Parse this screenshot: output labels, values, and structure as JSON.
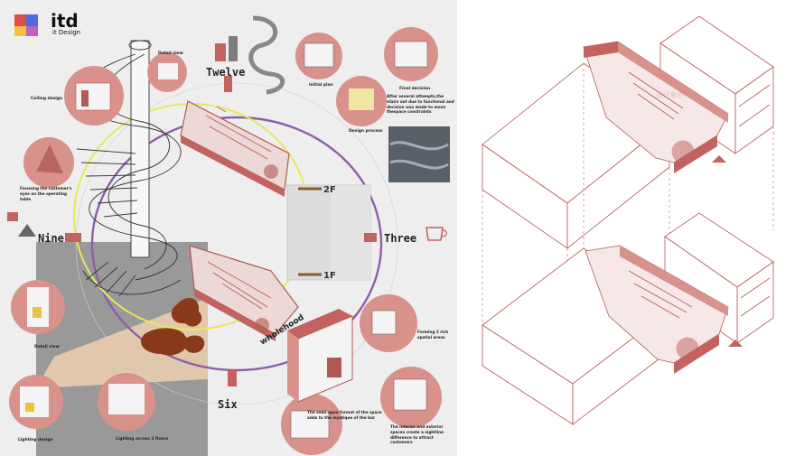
{
  "brand": {
    "logo_text": "itd",
    "name": "it Design",
    "color": "#c4625f"
  },
  "colors": {
    "accent": "#c4625f",
    "accent_light": "#d9918c",
    "ring_purple": "#8e5ea8",
    "ring_yellow": "#e8e85a",
    "panel_grey": "#8f8f8f"
  },
  "clock": {
    "twelve": "Twelve",
    "three": "Three",
    "six": "Six",
    "nine": "Nine"
  },
  "floors": {
    "upper": "2F",
    "lower": "1F"
  },
  "annotations": {
    "detail_view_top": "Detail view",
    "ceiling_design": "Ceiling design",
    "initial_plan": "Initial plan",
    "final_decision": "Final decision",
    "after_several_attempts": "After several attempts,the stairs out due to functional and decision was made to move thespace constraints",
    "design_process": "Design process",
    "focusing_eyes": "Focusing the customer's eyes on the operating table",
    "forming_spaces": "Forming 2 rich spatial areas",
    "detail_view_bottom": "Detail view",
    "semi_open": "The semi-open format of the space adds to the mystique of the bar",
    "interior_exterior": "The interior and exterior spaces create a sightline difference to attract customers",
    "lighting_design": "Lighting design",
    "lighting_across": "Lighting across 2 floors"
  },
  "signage": "wholehood",
  "watermark": "设计案例"
}
